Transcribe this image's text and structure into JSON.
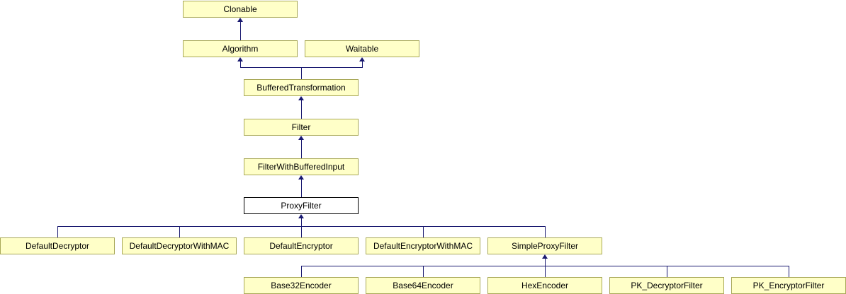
{
  "diagram": {
    "kind": "class-inheritance-diagram",
    "current_class": "ProxyFilter",
    "colors": {
      "node_fill": "#ffffc8",
      "node_border": "#a8a858",
      "edge": "#191970",
      "current_fill": "#ffffff",
      "current_border": "#000000",
      "text": "#000000"
    },
    "nodes": {
      "clonable": {
        "label": "Clonable"
      },
      "algorithm": {
        "label": "Algorithm"
      },
      "waitable": {
        "label": "Waitable"
      },
      "buffered_transformation": {
        "label": "BufferedTransformation"
      },
      "filter": {
        "label": "Filter"
      },
      "filter_with_buffered_input": {
        "label": "FilterWithBufferedInput"
      },
      "proxy_filter": {
        "label": "ProxyFilter"
      },
      "default_decryptor": {
        "label": "DefaultDecryptor"
      },
      "default_decryptor_with_mac": {
        "label": "DefaultDecryptorWithMAC"
      },
      "default_encryptor": {
        "label": "DefaultEncryptor"
      },
      "default_encryptor_with_mac": {
        "label": "DefaultEncryptorWithMAC"
      },
      "simple_proxy_filter": {
        "label": "SimpleProxyFilter"
      },
      "base32_encoder": {
        "label": "Base32Encoder"
      },
      "base64_encoder": {
        "label": "Base64Encoder"
      },
      "hex_encoder": {
        "label": "HexEncoder"
      },
      "pk_decryptor_filter": {
        "label": "PK_DecryptorFilter"
      },
      "pk_encryptor_filter": {
        "label": "PK_EncryptorFilter"
      }
    },
    "edges": [
      {
        "child": "Algorithm",
        "parent": "Clonable"
      },
      {
        "child": "BufferedTransformation",
        "parent": "Algorithm"
      },
      {
        "child": "BufferedTransformation",
        "parent": "Waitable"
      },
      {
        "child": "Filter",
        "parent": "BufferedTransformation"
      },
      {
        "child": "FilterWithBufferedInput",
        "parent": "Filter"
      },
      {
        "child": "ProxyFilter",
        "parent": "FilterWithBufferedInput"
      },
      {
        "child": "DefaultDecryptor",
        "parent": "ProxyFilter"
      },
      {
        "child": "DefaultDecryptorWithMAC",
        "parent": "ProxyFilter"
      },
      {
        "child": "DefaultEncryptor",
        "parent": "ProxyFilter"
      },
      {
        "child": "DefaultEncryptorWithMAC",
        "parent": "ProxyFilter"
      },
      {
        "child": "SimpleProxyFilter",
        "parent": "ProxyFilter"
      },
      {
        "child": "Base32Encoder",
        "parent": "SimpleProxyFilter"
      },
      {
        "child": "Base64Encoder",
        "parent": "SimpleProxyFilter"
      },
      {
        "child": "HexEncoder",
        "parent": "SimpleProxyFilter"
      },
      {
        "child": "PK_DecryptorFilter",
        "parent": "SimpleProxyFilter"
      },
      {
        "child": "PK_EncryptorFilter",
        "parent": "SimpleProxyFilter"
      }
    ]
  }
}
